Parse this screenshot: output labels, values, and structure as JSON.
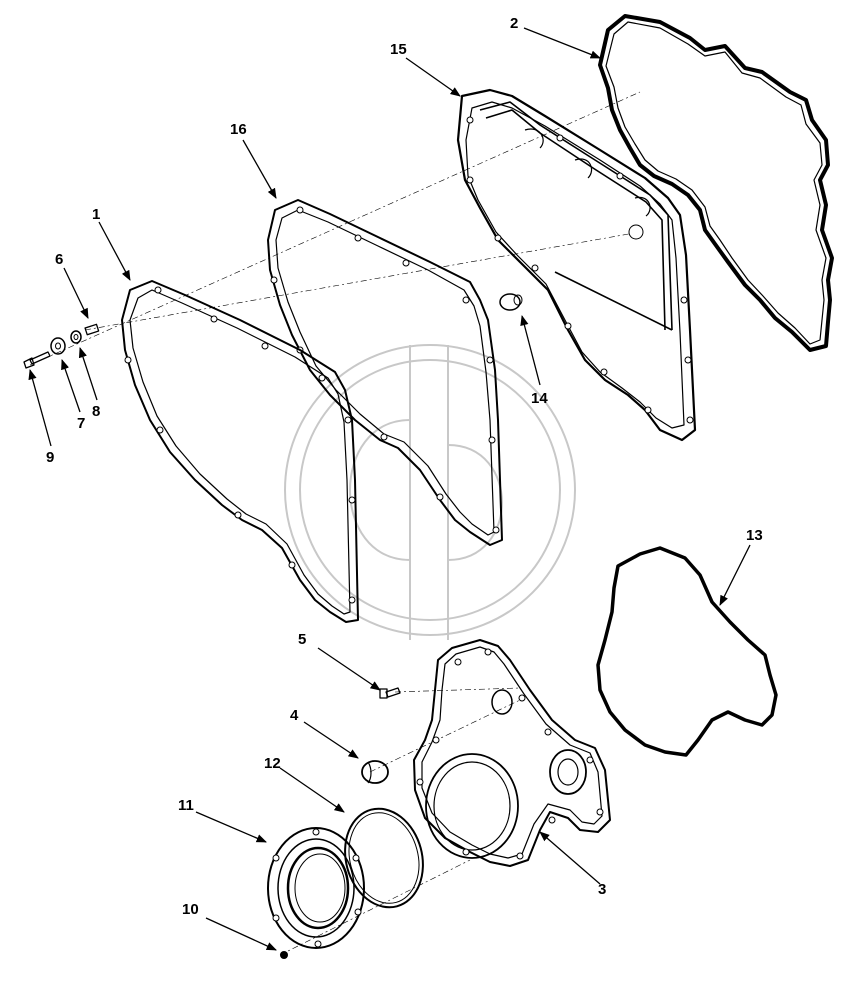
{
  "callouts": [
    {
      "id": "1",
      "label": "1"
    },
    {
      "id": "2",
      "label": "2"
    },
    {
      "id": "3",
      "label": "3"
    },
    {
      "id": "4",
      "label": "4"
    },
    {
      "id": "5",
      "label": "5"
    },
    {
      "id": "6",
      "label": "6"
    },
    {
      "id": "7",
      "label": "7"
    },
    {
      "id": "8",
      "label": "8"
    },
    {
      "id": "9",
      "label": "9"
    },
    {
      "id": "10",
      "label": "10"
    },
    {
      "id": "11",
      "label": "11"
    },
    {
      "id": "12",
      "label": "12"
    },
    {
      "id": "13",
      "label": "13"
    },
    {
      "id": "14",
      "label": "14"
    },
    {
      "id": "15",
      "label": "15"
    },
    {
      "id": "16",
      "label": "16"
    }
  ],
  "colors": {
    "line": "#000000",
    "background": "#ffffff",
    "watermark": "#c8c8c8"
  },
  "watermark_icon": "logo-mark"
}
